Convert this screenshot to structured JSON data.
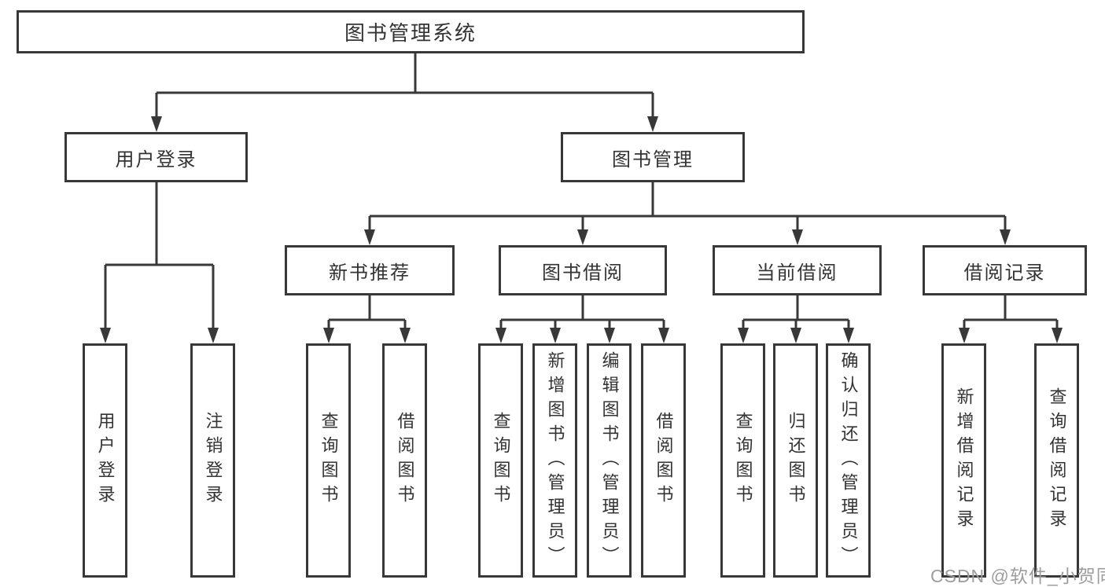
{
  "diagram": {
    "root": {
      "label": "图书管理系统"
    },
    "branches": [
      {
        "label": "用户登录",
        "children": [
          {
            "label": "用户登录"
          },
          {
            "label": "注销登录"
          }
        ]
      },
      {
        "label": "图书管理",
        "children": [
          {
            "label": "新书推荐",
            "children": [
              {
                "label": "查询图书"
              },
              {
                "label": "借阅图书"
              }
            ]
          },
          {
            "label": "图书借阅",
            "children": [
              {
                "label": "查询图书"
              },
              {
                "label": "新增图书（管理员）"
              },
              {
                "label": "编辑图书（管理员）"
              },
              {
                "label": "借阅图书"
              }
            ]
          },
          {
            "label": "当前借阅",
            "children": [
              {
                "label": "查询图书"
              },
              {
                "label": "归还图书"
              },
              {
                "label": "确认归还（管理员）"
              }
            ]
          },
          {
            "label": "借阅记录",
            "children": [
              {
                "label": "新增借阅记录"
              },
              {
                "label": "查询借阅记录"
              }
            ]
          }
        ]
      }
    ]
  },
  "watermark": {
    "text": "CSDN @软件_小贺同学"
  },
  "colors": {
    "line": "#383838",
    "text": "#333333",
    "watermark": "#9d9d9d",
    "background": "#ffffff"
  }
}
